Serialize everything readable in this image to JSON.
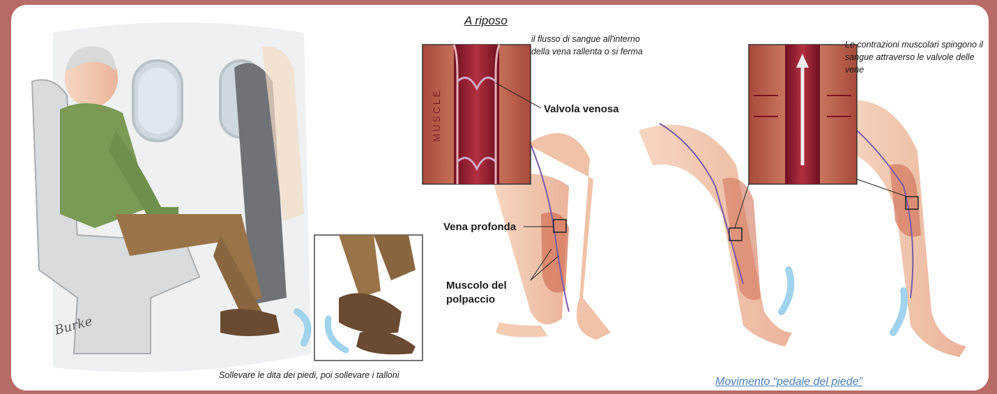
{
  "figure": {
    "title": "A riposo",
    "rest_note": "il flusso di sangue all'interno della vena rallenta o si ferma",
    "contraction_note": "Le contrazioni muscolari spingono il sangue attraverso le valvole delle vene",
    "valve_label": "Valvola venosa",
    "deep_vein_label": "Vena profonda",
    "calf_muscle_label": "Muscolo del polpaccio",
    "muscle_tag": "MUSCLE",
    "exercise_caption": "Sollevare le dita dei piedi, poi sollevare i talloni",
    "pump_caption": "Movimento “pedale del piede”",
    "signature": "Burke"
  },
  "colors": {
    "frame": "#b86a66",
    "muscle": "#c8705a",
    "vein": "#8a1e2e",
    "skin": "#f3cbb2",
    "arrow": "#9fd3ee",
    "caption_link": "#4a7fb8"
  }
}
